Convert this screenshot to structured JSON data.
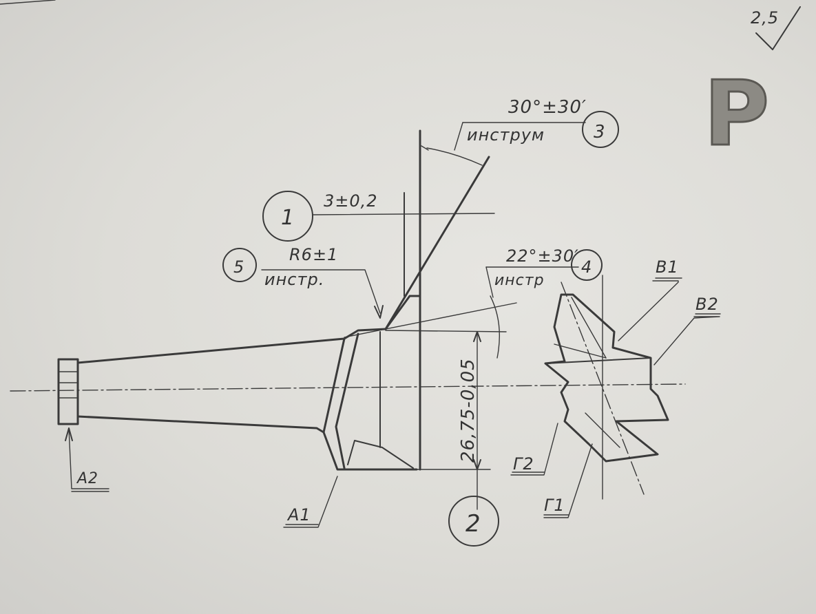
{
  "title_letter": "Р",
  "roughness": "2,5",
  "dimensions": {
    "d1": "3±0,2",
    "d2": "26,75-0,05",
    "d3": "30°±30′",
    "d3_note": "инструм",
    "d4": "22°±30′",
    "d4_note": "инстр",
    "d5": "R6±1",
    "d5_note": "инстр."
  },
  "callout_numbers": [
    "1",
    "2",
    "3",
    "4",
    "5"
  ],
  "surface_labels": {
    "A1": "А1",
    "A2": "А2",
    "B1": "В1",
    "B2": "В2",
    "G1": "Г1",
    "G2": "Г2"
  },
  "colors": {
    "paper": "#dddcd7",
    "ink": "#3a3a3a"
  }
}
